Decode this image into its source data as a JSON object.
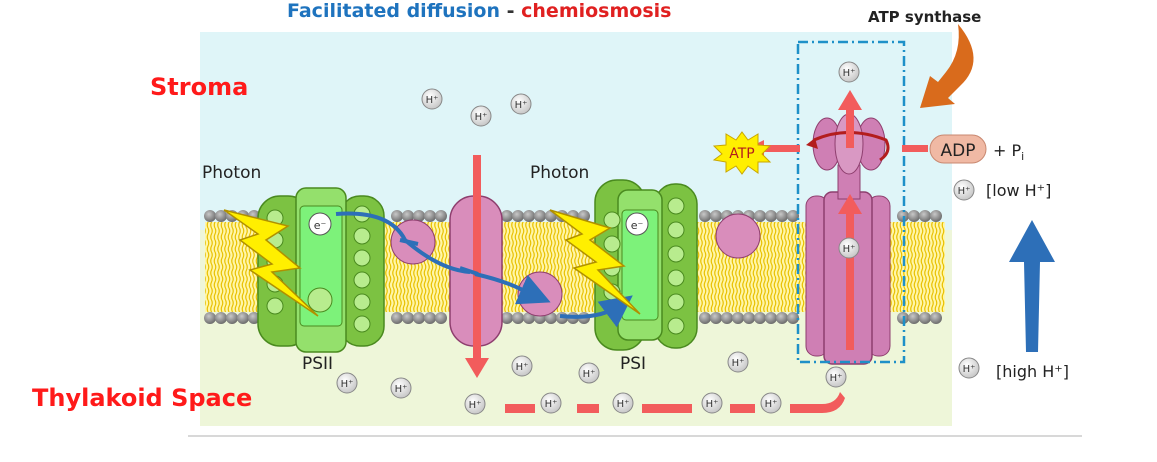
{
  "title": {
    "part1": "Facilitated diffusion",
    "sep": " - ",
    "part2": "chemiosmosis"
  },
  "labels": {
    "stroma": "Stroma",
    "thylakoid_space": "Thylakoid Space",
    "photon_left": "Photon",
    "photon_right": "Photon",
    "psii": "PSII",
    "psi": "PSI",
    "atp_synthase": "ATP synthase",
    "atp": "ATP",
    "adp": "ADP",
    "plus_pi": "+ P",
    "pi_sub": "i",
    "low_h": "[low H⁺]",
    "high_h": "[high H⁺]",
    "electron": "e⁻",
    "proton": "H⁺"
  },
  "colors": {
    "stroma_bg": "#dff5f8",
    "thylakoid_bg": "#eef6d9",
    "title_blue": "#1e73be",
    "title_red": "#e02020",
    "label_red": "#ff1a1a",
    "arrow_red": "#f25c5c",
    "arrow_blue": "#2d6fb8",
    "arrow_orange": "#d96b1c",
    "protein_green": "#7cc242",
    "protein_light": "#a6e07a",
    "cytochrome_pink": "#d98dbb",
    "atp_synthase_pink": "#cf7fb4",
    "lightning_yellow": "#ffef00"
  }
}
